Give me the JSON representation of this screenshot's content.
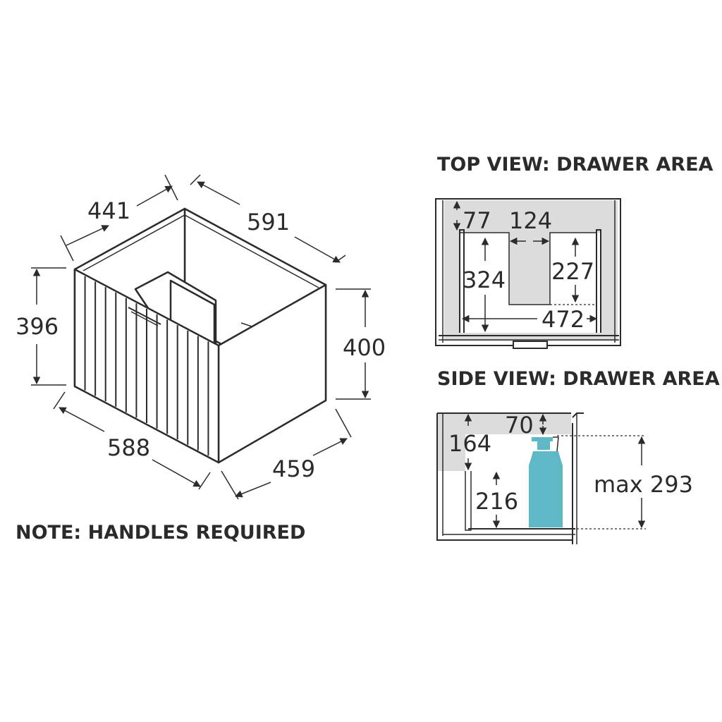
{
  "cabinet": {
    "depth_top": "441",
    "width_top": "591",
    "height_left": "396",
    "height_right": "400",
    "width_bottom": "588",
    "depth_bottom": "459"
  },
  "note": "NOTE: HANDLES REQUIRED",
  "top_view": {
    "title": "TOP VIEW: DRAWER AREA",
    "d77": "77",
    "d124": "124",
    "d324": "324",
    "d227": "227",
    "d472": "472"
  },
  "side_view": {
    "title": "SIDE VIEW: DRAWER AREA",
    "d70": "70",
    "d164": "164",
    "d216": "216",
    "max": "max 293"
  },
  "colors": {
    "line": "#2b2b2b",
    "panel_grey": "#dcdcdc",
    "bottle": "#5fb8c6"
  }
}
